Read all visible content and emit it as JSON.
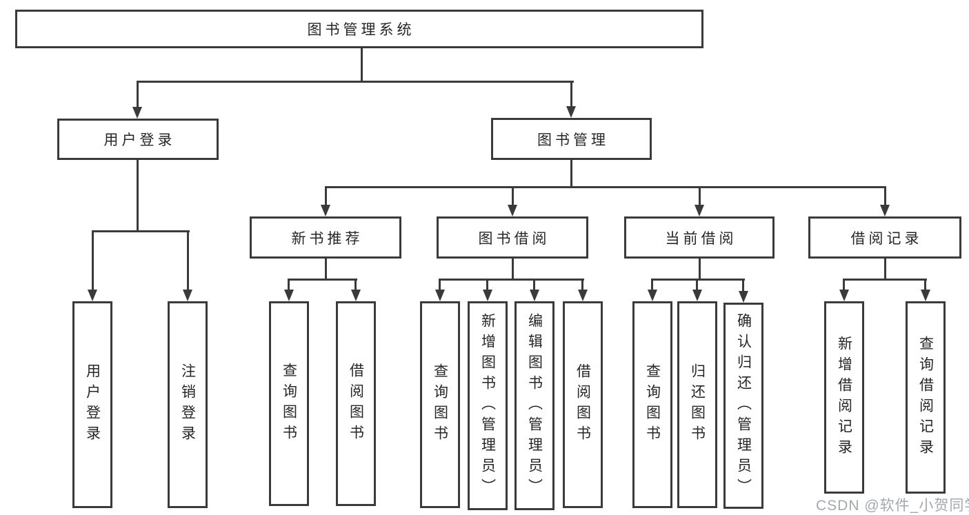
{
  "tree": {
    "root": "图书管理系统",
    "branches": [
      {
        "label": "用户登录",
        "children": [
          "用户登录",
          "注销登录"
        ]
      },
      {
        "label": "图书管理"
      }
    ],
    "modules": [
      {
        "label": "新书推荐",
        "children": [
          "查询图书",
          "借阅图书"
        ]
      },
      {
        "label": "图书借阅",
        "children": [
          "查询图书",
          "新增图书（管理员）",
          "编辑图书（管理员）",
          "借阅图书"
        ]
      },
      {
        "label": "当前借阅",
        "children": [
          "查询图书",
          "归还图书",
          "确认归还（管理员）"
        ]
      },
      {
        "label": "借阅记录",
        "children": [
          "新增借阅记录",
          "查询借阅记录"
        ]
      }
    ]
  },
  "watermark": "CSDN @软件_小贺同学",
  "colors": {
    "line": "#3a3a3a",
    "text": "#262626",
    "watermark": "#a2a8ad",
    "bg": "#ffffff"
  }
}
